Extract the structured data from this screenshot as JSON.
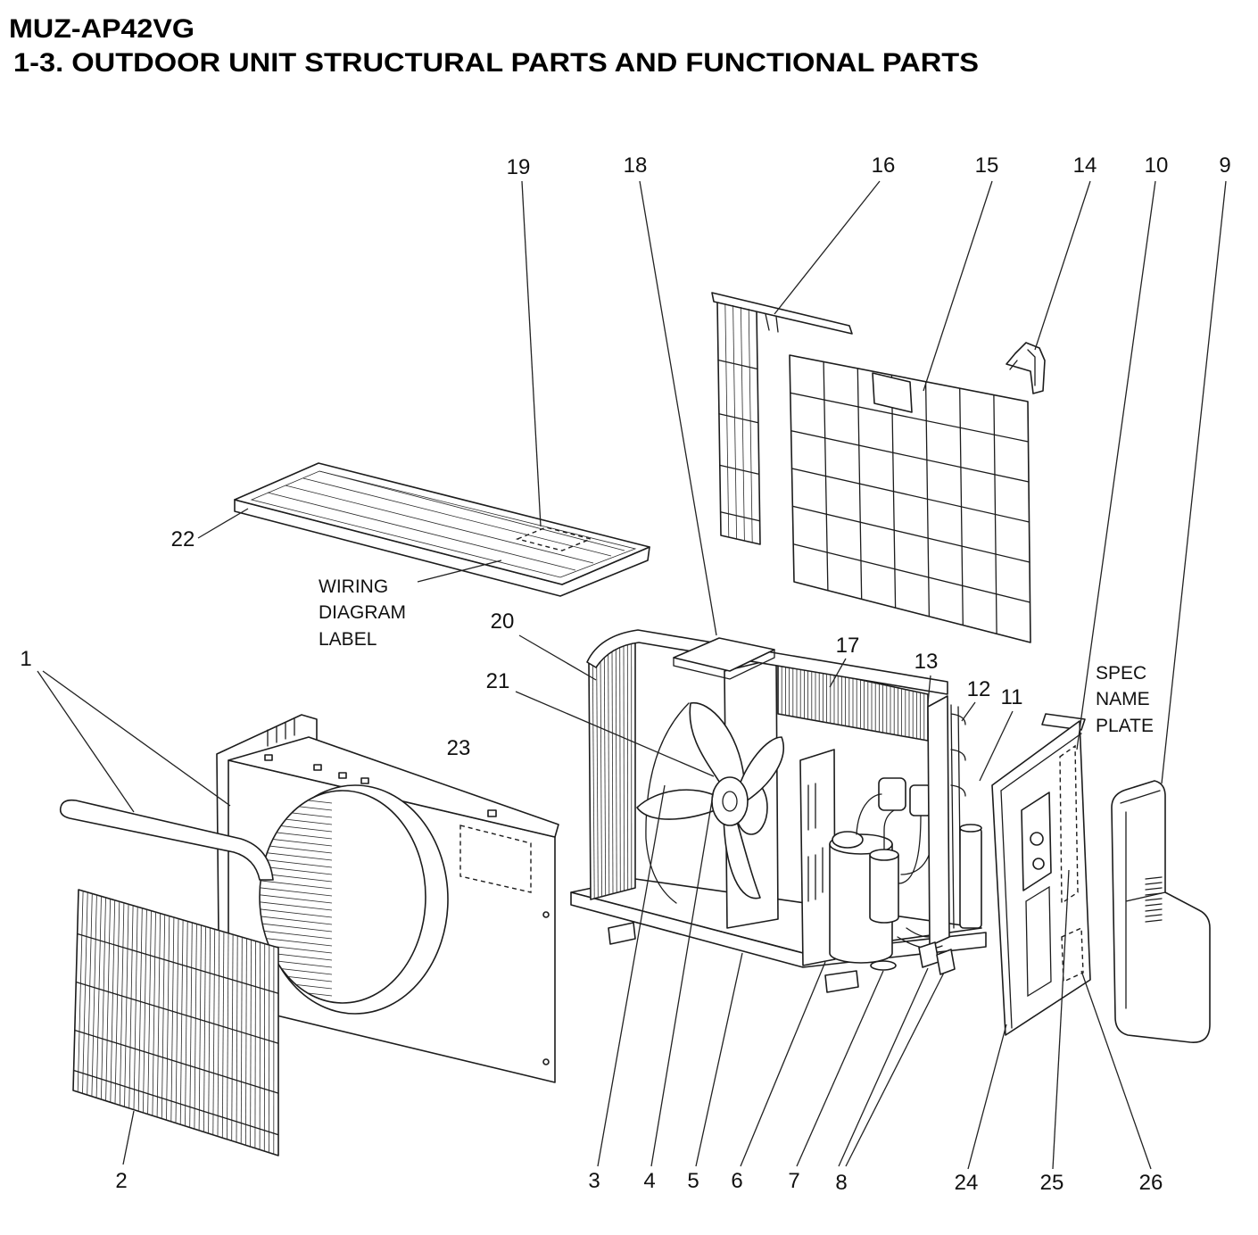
{
  "header": {
    "model": "MUZ-AP42VG",
    "section_title": "1-3. OUTDOOR UNIT STRUCTURAL PARTS AND FUNCTIONAL PARTS"
  },
  "callouts": [
    "1",
    "2",
    "3",
    "4",
    "5",
    "6",
    "7",
    "8",
    "9",
    "10",
    "11",
    "12",
    "13",
    "14",
    "15",
    "16",
    "17",
    "18",
    "19",
    "20",
    "21",
    "22",
    "23",
    "24",
    "25",
    "26"
  ],
  "labels": {
    "wiring_diagram_label": [
      "WIRING",
      "DIAGRAM",
      "LABEL"
    ],
    "spec_name_plate": [
      "SPEC",
      "NAME",
      "PLATE"
    ]
  }
}
